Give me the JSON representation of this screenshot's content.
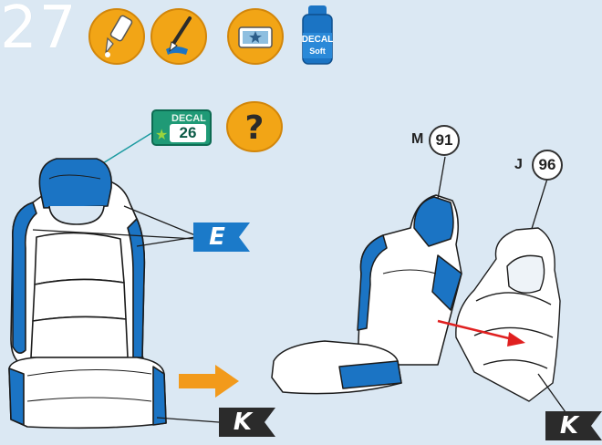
{
  "step": {
    "number": "27"
  },
  "tools": [
    {
      "name": "glue-icon"
    },
    {
      "name": "brush-icon"
    },
    {
      "name": "decal-tray-icon"
    }
  ],
  "decal_bottle": {
    "line1": "DECAL",
    "line2": "Soft"
  },
  "decal_badge": {
    "label": "DECAL",
    "number": "26"
  },
  "help": {
    "symbol": "?"
  },
  "flags": {
    "e": "E",
    "k_left": "K",
    "k_right": "K"
  },
  "parts": {
    "m": {
      "letter": "M",
      "number": "91"
    },
    "j": {
      "letter": "J",
      "number": "96"
    }
  },
  "colors": {
    "background": "#dbe8f3",
    "seat_blue": "#1b74c4",
    "icon_orange": "#f2a516",
    "flag_blue": "#1b7ac9",
    "flag_dark": "#2b2b2b",
    "arrow_orange": "#f29a1b",
    "arrow_red": "#e02020"
  }
}
